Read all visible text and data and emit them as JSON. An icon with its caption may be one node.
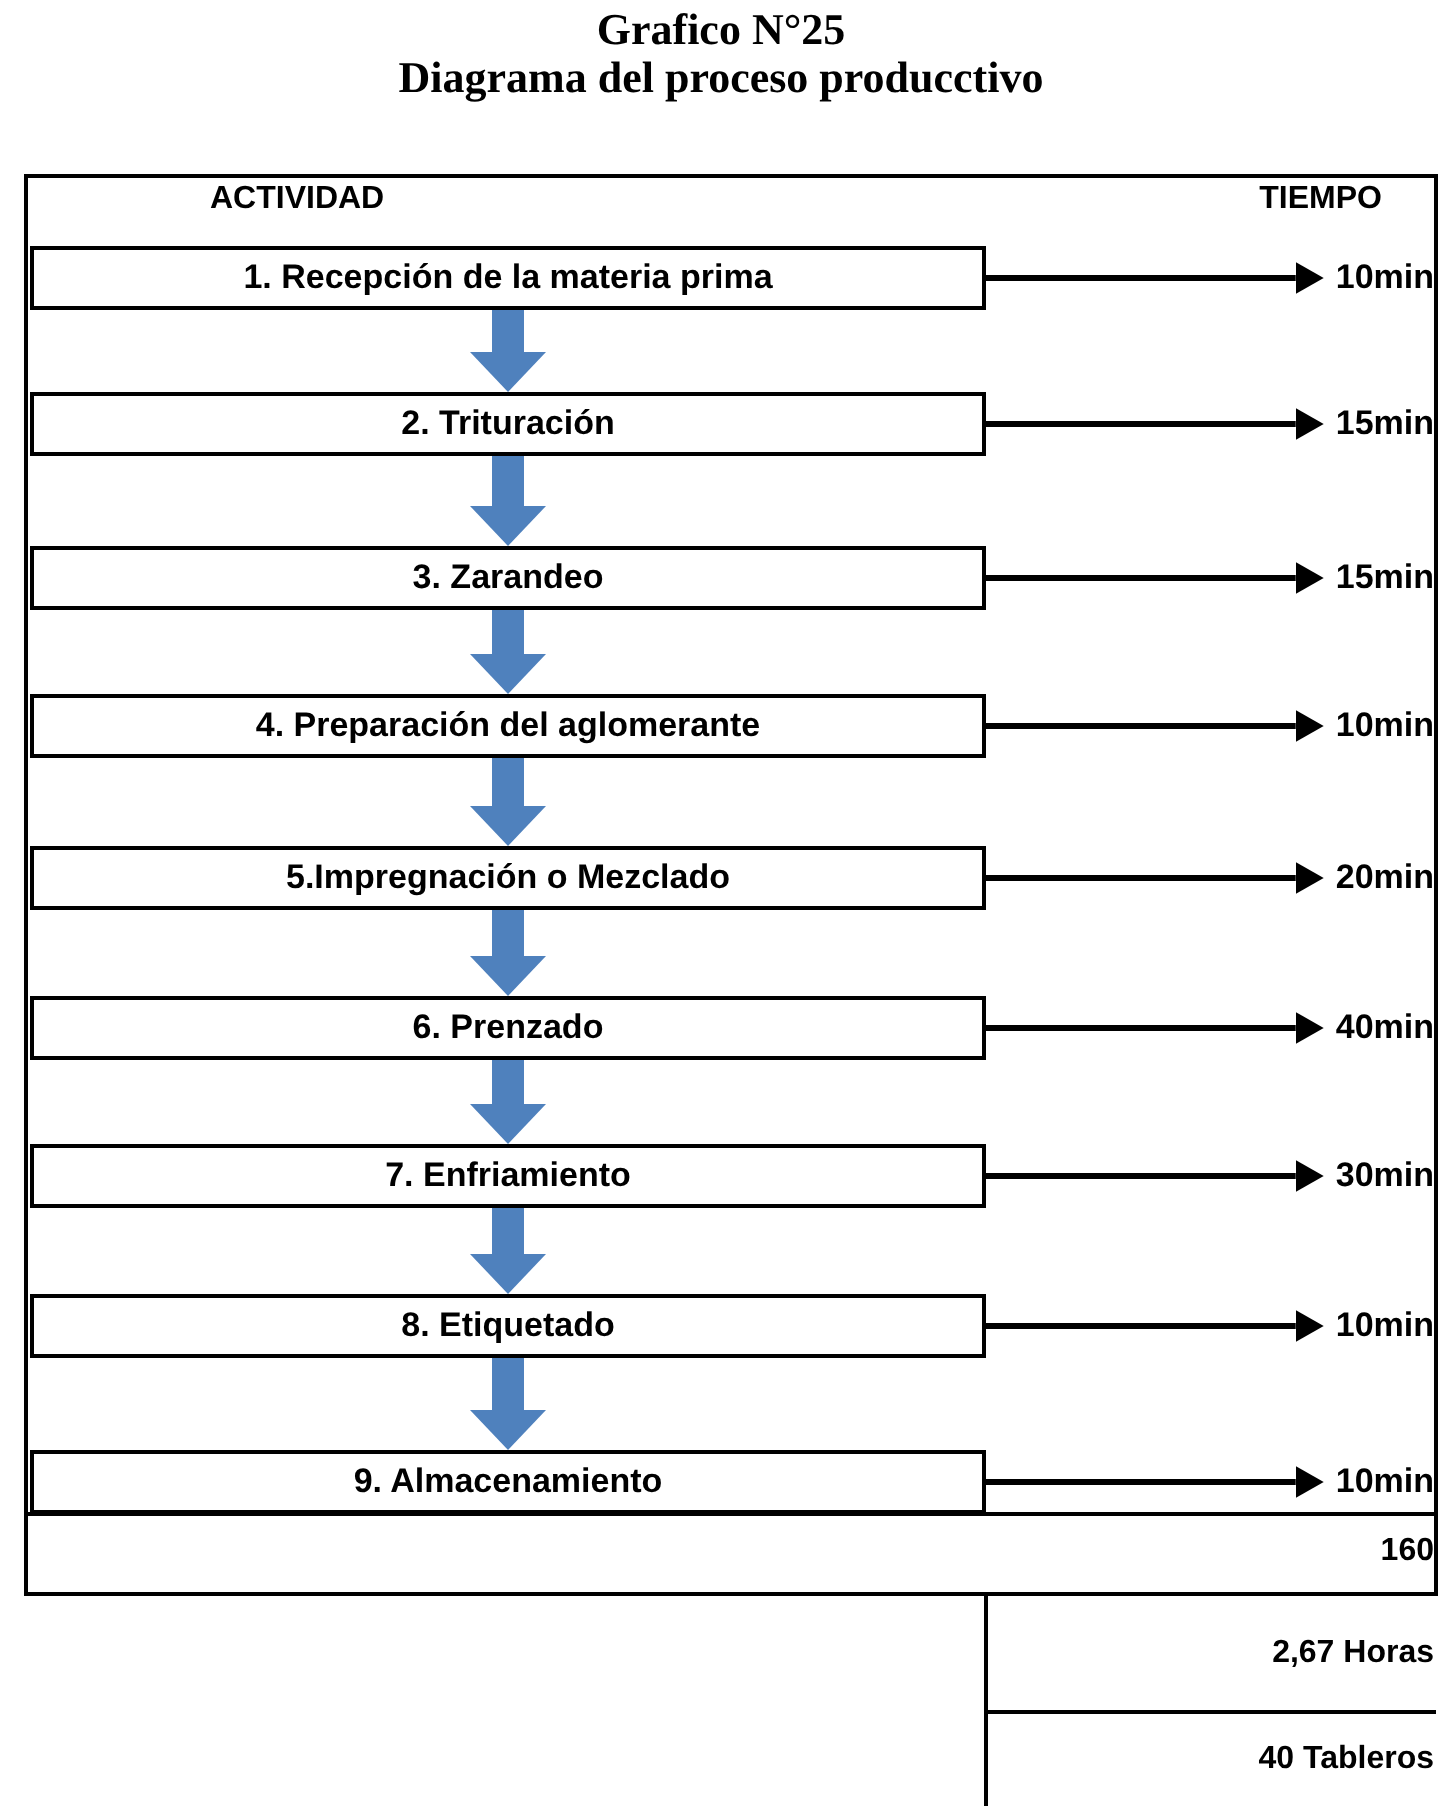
{
  "diagram": {
    "title": "Grafico N°25",
    "nodes": [
      {
        "text": [
          "1. Recepción de la materia prima"
        ]
      },
      {
        "text": [
          "10min"
        ]
      },
      {
        "text": [
          "2. Trituración"
        ]
      },
      {
        "text": [
          "15min"
        ]
      },
      {
        "text": [
          "3. Zarandeo"
        ]
      },
      {
        "text": [
          "15min"
        ]
      },
      {
        "text": [
          "4. Preparación del aglomerante"
        ]
      },
      {
        "text": [
          "10min"
        ]
      },
      {
        "text": [
          "5.Impregnación o Mezclado"
        ]
      },
      {
        "text": [
          "20min"
        ]
      },
      {
        "text": [
          "6. Prenzado"
        ]
      },
      {
        "text": [
          "40min"
        ]
      },
      {
        "text": [
          "7. Enfriamiento"
        ]
      },
      {
        "text": [
          "30min"
        ]
      },
      {
        "text": [
          "8. Etiquetado"
        ]
      },
      {
        "text": [
          "10min"
        ]
      },
      {
        "text": [
          "9. Almacenamiento"
        ]
      },
      {
        "text": [
          "10min"
        ]
      }
    ],
    "edges": [
      {
        "from": 0,
        "to": 1,
        "arrow": "to"
      },
      {
        "from": 0,
        "to": 2,
        "arrow": "to",
        "style": "thick",
        "color": "#4f81bd"
      },
      {
        "from": 2,
        "to": 3,
        "arrow": "to"
      },
      {
        "from": 2,
        "to": 4,
        "arrow": "to",
        "style": "thick",
        "color": "#4f81bd"
      },
      {
        "from": 4,
        "to": 5,
        "arrow": "to"
      },
      {
        "from": 4,
        "to": 6,
        "arrow": "to",
        "style": "thick",
        "color": "#4f81bd"
      },
      {
        "from": 6,
        "to": 7,
        "arrow": "to"
      },
      {
        "from": 6,
        "to": 8,
        "arrow": "to",
        "style": "thick",
        "color": "#4f81bd"
      },
      {
        "from": 8,
        "to": 9,
        "arrow": "to"
      },
      {
        "from": 8,
        "to": 10,
        "arrow": "to",
        "style": "thick",
        "color": "#4f81bd"
      },
      {
        "from": 10,
        "to": 11,
        "arrow": "to"
      },
      {
        "from": 10,
        "to": 12,
        "arrow": "to",
        "style": "thick",
        "color": "#4f81bd"
      },
      {
        "from": 12,
        "to": 13,
        "arrow": "to"
      },
      {
        "from": 12,
        "to": 14,
        "arrow": "to",
        "style": "thick",
        "color": "#4f81bd"
      },
      {
        "from": 14,
        "to": 15,
        "arrow": "to"
      },
      {
        "from": 14,
        "to": 16,
        "arrow": "to",
        "style": "thick",
        "color": "#4f81bd"
      },
      {
        "from": 16,
        "to": 17,
        "arrow": "to"
      }
    ],
    "labels": [
      "Diagrama del proceso producctivo",
      "ACTIVIDAD",
      "TIEMPO",
      "160",
      "2,67 Horas",
      "40 Tableros"
    ]
  }
}
